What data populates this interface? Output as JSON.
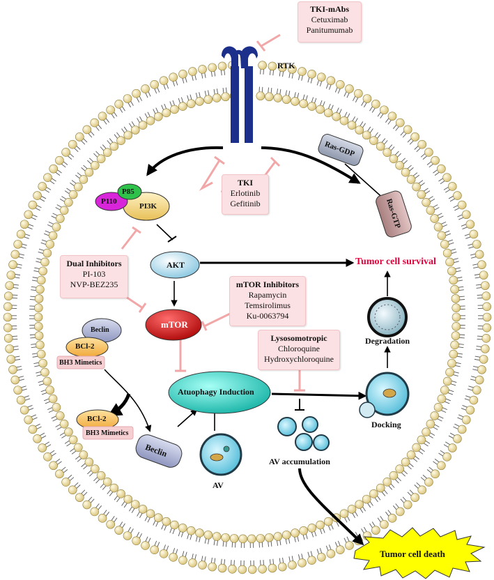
{
  "receptor": {
    "label": "RTK"
  },
  "tki_mabs": {
    "title": "TKI-mAbs",
    "drugs": [
      "Cetuximab",
      "Panitumumab"
    ]
  },
  "tki": {
    "title": "TKI",
    "drugs": [
      "Erlotinib",
      "Gefitinib"
    ]
  },
  "ras_gdp": {
    "label": "Ras-GDP"
  },
  "ras_gtp": {
    "label": "Ras-GTP"
  },
  "pi3k": {
    "p85": "P85",
    "p110": "P110",
    "pi3k": "PI3K"
  },
  "dual_inhibitors": {
    "title": "Dual Inhibitors",
    "drugs": [
      "PI-103",
      "NVP-BEZ235"
    ]
  },
  "akt": {
    "label": "AKT"
  },
  "mtor": {
    "label": "mTOR"
  },
  "mtor_inhibitors": {
    "title": "mTOR Inhibitors",
    "drugs": [
      "Rapamycin",
      "Temsirolimus",
      "Ku-0063794"
    ]
  },
  "tumor_survival": {
    "label": "Tumor cell survival"
  },
  "beclin_complex": {
    "beclin": "Beclin",
    "bcl2": "BCl-2",
    "bh3": "BH3 Mimetics"
  },
  "bcl2_complex": {
    "bcl2": "BCl-2",
    "bh3": "BH3 Mimetics"
  },
  "beclin_free": {
    "label": "Beclin"
  },
  "lysosomotropic": {
    "title": "Lysosomotropic",
    "drugs": [
      "Chloroquine",
      "Hydroxychloroquine"
    ]
  },
  "autophagy": {
    "label": "Atuophagy Induction"
  },
  "av": {
    "label": "AV"
  },
  "av_accumulation": {
    "label": "AV accumulation"
  },
  "docking": {
    "label": "Docking"
  },
  "degradation": {
    "label": "Degradation"
  },
  "tumor_death": {
    "label": "Tumor cell death"
  },
  "colors": {
    "membrane_head": "#f3e3a3",
    "receptor": "#1c2f8a",
    "inhibitor_box": "#fbe1e3",
    "inhibition_line": "#f1a7a8",
    "akt": "#bfe7f5",
    "mtor": "#e0181c",
    "autophagy": "#3fd9cc",
    "survival_text": "#e4003a",
    "death_burst": "#ffff00"
  }
}
